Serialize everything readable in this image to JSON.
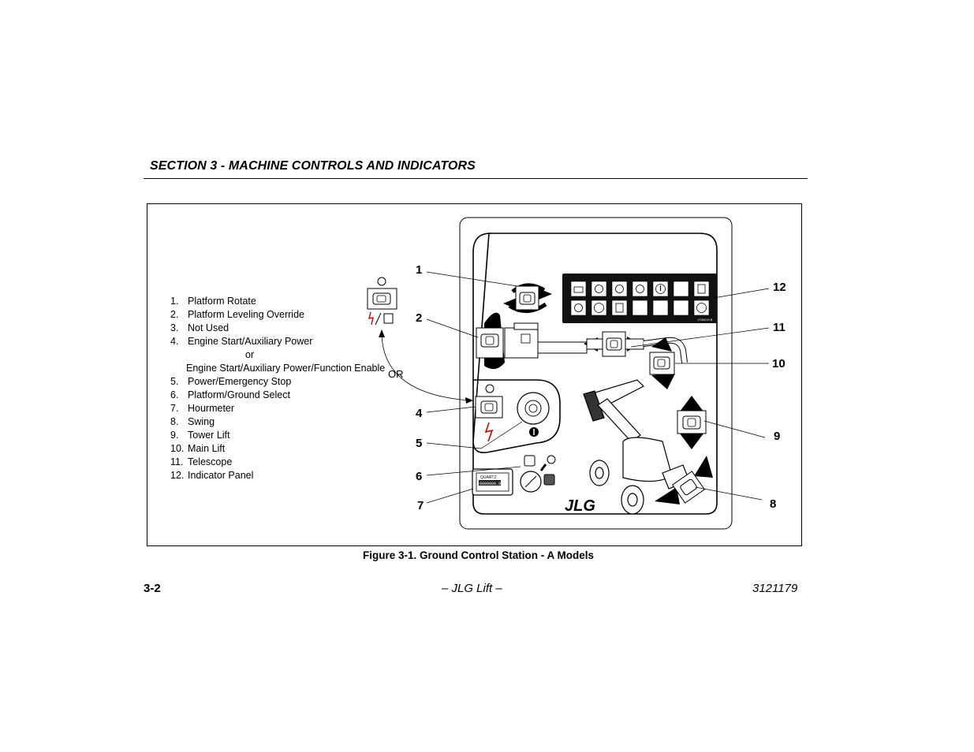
{
  "header": {
    "section_title": "SECTION 3 - MACHINE CONTROLS AND INDICATORS"
  },
  "legend": {
    "items": [
      {
        "num": "1.",
        "text": "Platform Rotate"
      },
      {
        "num": "2.",
        "text": "Platform Leveling Override"
      },
      {
        "num": "3.",
        "text": "Not Used"
      },
      {
        "num": "4.",
        "text": "Engine Start/Auxiliary Power"
      },
      {
        "num": "",
        "text": "or"
      },
      {
        "num": "",
        "text": "Engine Start/Auxiliary Power/Function Enable"
      },
      {
        "num": "5.",
        "text": "Power/Emergency Stop"
      },
      {
        "num": "6.",
        "text": "Platform/Ground Select"
      },
      {
        "num": "7.",
        "text": "Hourmeter"
      },
      {
        "num": "8.",
        "text": "Swing"
      },
      {
        "num": "9.",
        "text": "Tower Lift"
      },
      {
        "num": "10.",
        "text": "Main Lift"
      },
      {
        "num": "11.",
        "text": "Telescope"
      },
      {
        "num": "12.",
        "text": "Indicator Panel"
      }
    ]
  },
  "figure": {
    "or_label": "OR",
    "callouts": [
      "1",
      "2",
      "4",
      "5",
      "6",
      "7",
      "8",
      "9",
      "10",
      "11",
      "12"
    ],
    "logo": "JLG",
    "panel_code": "1706019 B",
    "hourmeter_brand": "QUARTZ",
    "hourmeter_reading": "0000000.0",
    "caption": "Figure 3-1. Ground Control Station - A Models"
  },
  "footer": {
    "page_number": "3-2",
    "center": "– JLG Lift –",
    "doc_number": "3121179"
  }
}
